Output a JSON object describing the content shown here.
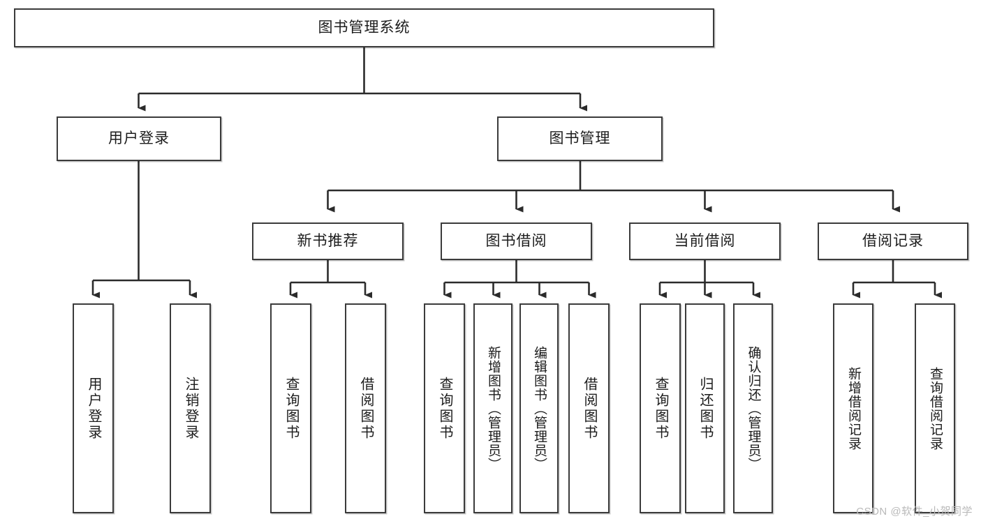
{
  "diagram": {
    "type": "tree",
    "title": "图书管理系统",
    "orientation": "top-down",
    "edge_style": "orthogonal-arrow",
    "colors": {
      "box_border": "#3b3b3b",
      "box_fill": "#ffffff",
      "edge": "#2b2b2b",
      "text": "#1c1c1c",
      "watermark": "#b9b9b9",
      "background": "#ffffff"
    },
    "root": {
      "label": "图书管理系统"
    },
    "level2": [
      {
        "label": "用户登录"
      },
      {
        "label": "图书管理"
      }
    ],
    "level3": [
      {
        "label": "新书推荐"
      },
      {
        "label": "图书借阅"
      },
      {
        "label": "当前借阅"
      },
      {
        "label": "借阅记录"
      }
    ],
    "leaves": {
      "user_login": [
        {
          "label": "用户登录"
        },
        {
          "label": "注销登录"
        }
      ],
      "new_book": [
        {
          "label": "查询图书"
        },
        {
          "label": "借阅图书"
        }
      ],
      "book_borrow": [
        {
          "label": "查询图书"
        },
        {
          "label": "新增图书（管理员）"
        },
        {
          "label": "编辑图书（管理员）"
        },
        {
          "label": "借阅图书"
        }
      ],
      "current_borrow": [
        {
          "label": "查询图书"
        },
        {
          "label": "归还图书"
        },
        {
          "label": "确认归还（管理员）"
        }
      ],
      "borrow_record": [
        {
          "label": "新增借阅记录"
        },
        {
          "label": "查询借阅记录"
        }
      ]
    }
  },
  "watermark": {
    "text": "CSDN @软件_小贺同学"
  }
}
